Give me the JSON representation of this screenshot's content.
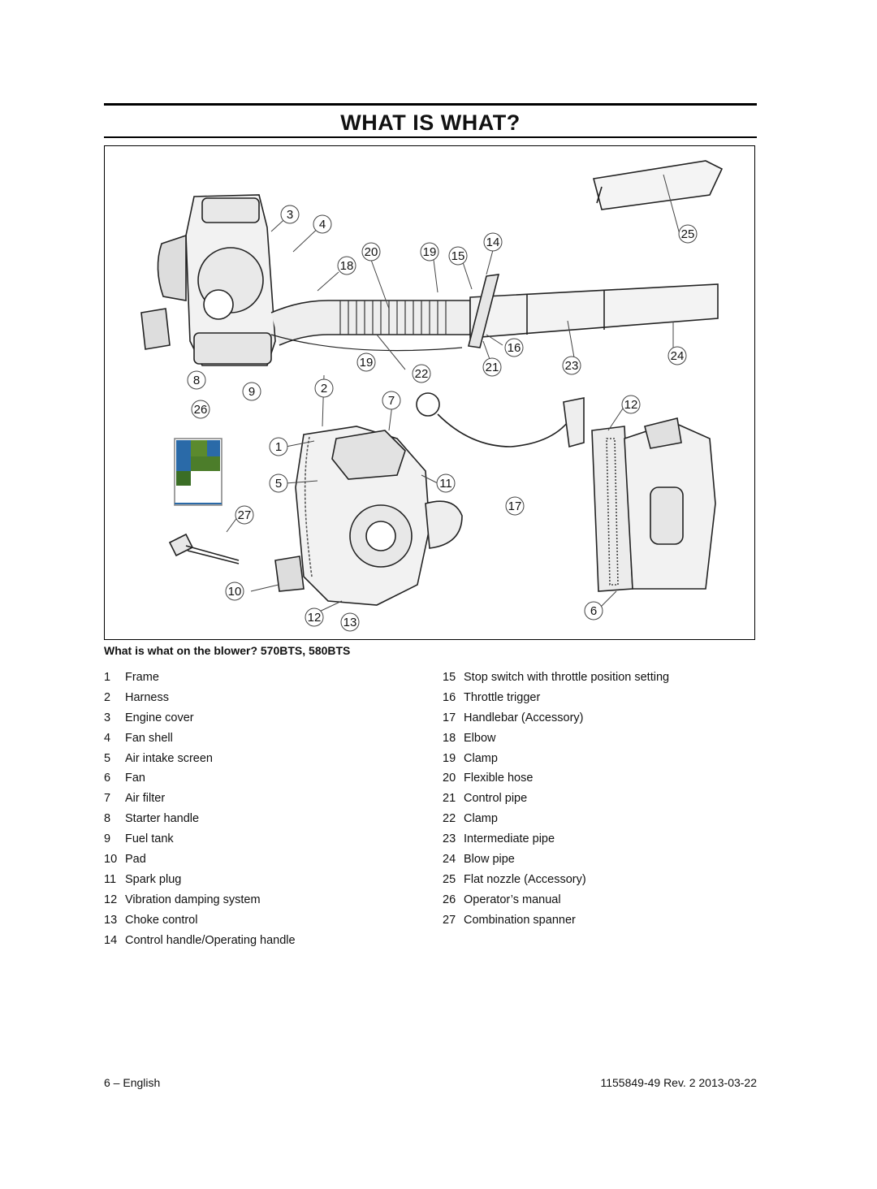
{
  "page": {
    "title": "WHAT IS WHAT?",
    "caption": "What is what on the blower? 570BTS, 580BTS"
  },
  "figure": {
    "callouts": [
      "3",
      "4",
      "20",
      "19",
      "15",
      "14",
      "25",
      "18",
      "16",
      "19",
      "22",
      "21",
      "23",
      "24",
      "8",
      "9",
      "2",
      "26",
      "7",
      "12",
      "1",
      "5",
      "11",
      "17",
      "27",
      "10",
      "12",
      "13",
      "6"
    ]
  },
  "parts_left": [
    {
      "num": "1",
      "label": "Frame"
    },
    {
      "num": "2",
      "label": "Harness"
    },
    {
      "num": "3",
      "label": "Engine cover"
    },
    {
      "num": "4",
      "label": "Fan shell"
    },
    {
      "num": "5",
      "label": "Air intake screen"
    },
    {
      "num": "6",
      "label": "Fan"
    },
    {
      "num": "7",
      "label": "Air filter"
    },
    {
      "num": "8",
      "label": "Starter handle"
    },
    {
      "num": "9",
      "label": "Fuel tank"
    },
    {
      "num": "10",
      "label": "Pad"
    },
    {
      "num": "11",
      "label": "Spark plug"
    },
    {
      "num": "12",
      "label": "Vibration damping system"
    },
    {
      "num": "13",
      "label": "Choke control"
    },
    {
      "num": "14",
      "label": "Control handle/Operating handle"
    }
  ],
  "parts_right": [
    {
      "num": "15",
      "label": "Stop switch with throttle position setting"
    },
    {
      "num": "16",
      "label": "Throttle trigger"
    },
    {
      "num": "17",
      "label": "Handlebar (Accessory)"
    },
    {
      "num": "18",
      "label": "Elbow"
    },
    {
      "num": "19",
      "label": "Clamp"
    },
    {
      "num": "20",
      "label": "Flexible hose"
    },
    {
      "num": "21",
      "label": "Control pipe"
    },
    {
      "num": "22",
      "label": "Clamp"
    },
    {
      "num": "23",
      "label": "Intermediate pipe"
    },
    {
      "num": "24",
      "label": "Blow pipe"
    },
    {
      "num": "25",
      "label": "Flat nozzle (Accessory)"
    },
    {
      "num": "26",
      "label": "Operator’s manual"
    },
    {
      "num": "27",
      "label": "Combination spanner"
    }
  ],
  "footer": {
    "left": "6 – English",
    "right": "1155849-49 Rev. 2 2013-03-22"
  }
}
